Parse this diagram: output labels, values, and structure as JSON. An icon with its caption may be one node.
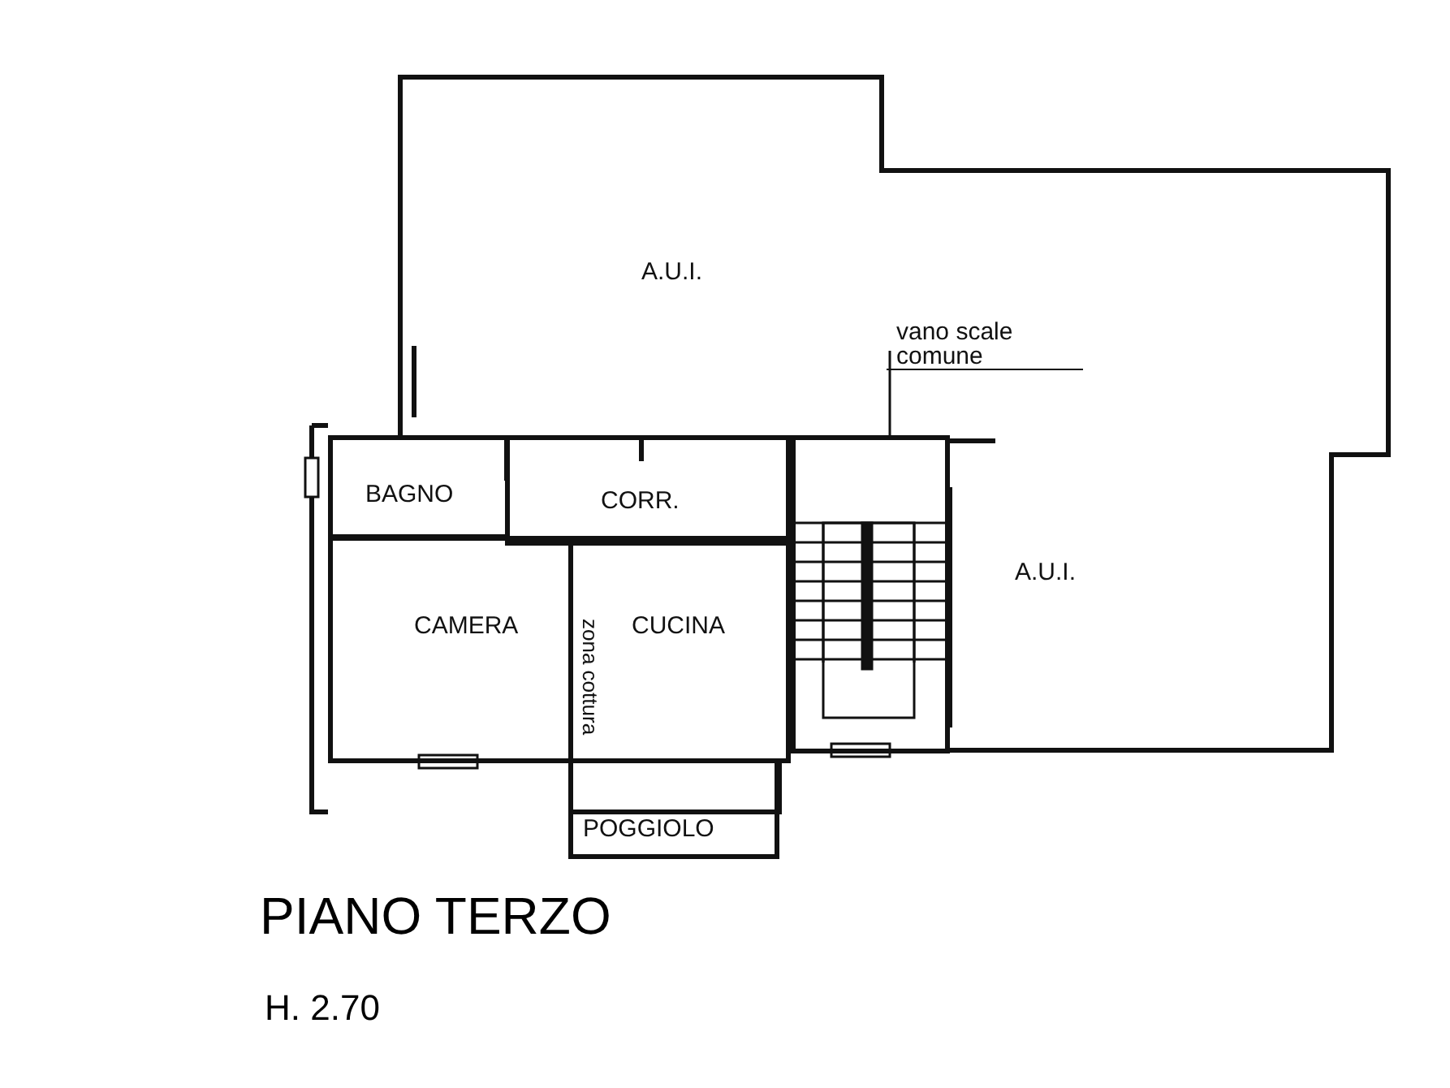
{
  "diagram": {
    "title": "PIANO TERZO",
    "nodes": [
      {
        "text": [
          "A.U.I."
        ]
      },
      {
        "text": [
          "vano scale comune"
        ],
        "in": 0
      },
      {
        "text": [
          "BAGNO"
        ]
      },
      {
        "text": [
          "CORR."
        ]
      },
      {
        "text": [],
        "shape": "box"
      },
      {
        "text": [
          "A.U.I."
        ]
      },
      {
        "text": [
          "CAMERA"
        ]
      },
      {
        "text": [
          "CUCINA",
          "zona cottura"
        ]
      },
      {
        "text": [
          "POGGIOLO"
        ]
      }
    ],
    "edges": [
      {
        "from": 1,
        "to": 4,
        "arrow": "none"
      }
    ],
    "labels": [
      "H. 2.70"
    ]
  }
}
